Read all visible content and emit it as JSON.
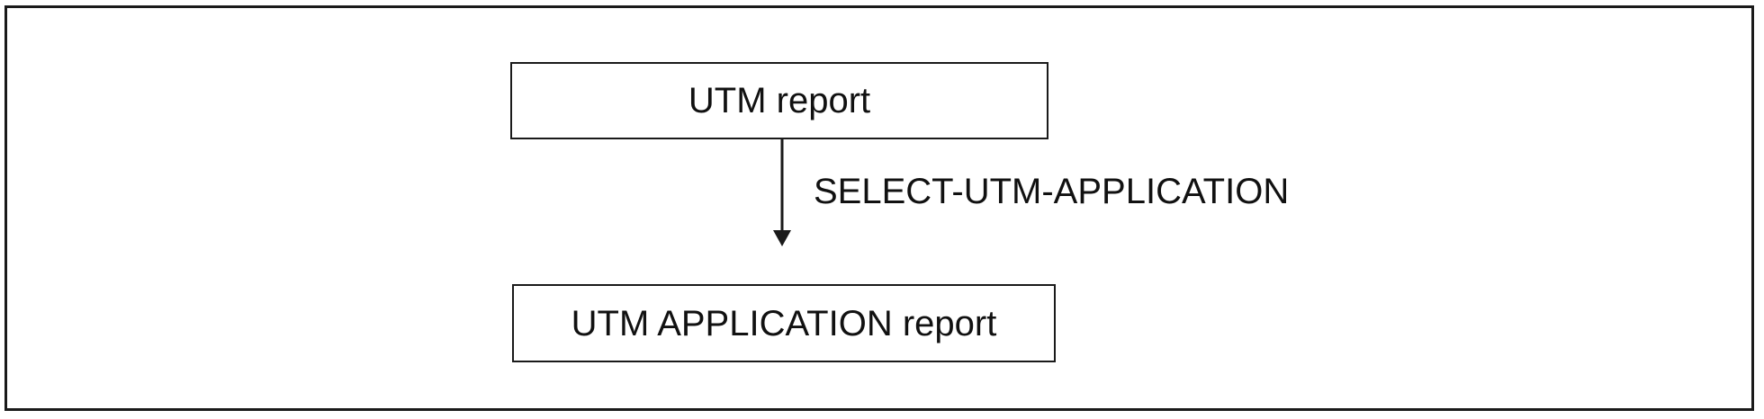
{
  "diagram": {
    "nodes": {
      "source": "UTM report",
      "target": "UTM APPLICATION report"
    },
    "edge": {
      "label": "SELECT-UTM-APPLICATION"
    }
  },
  "colors": {
    "stroke": "#1a1a1a",
    "background": "#ffffff",
    "text": "#111111"
  }
}
